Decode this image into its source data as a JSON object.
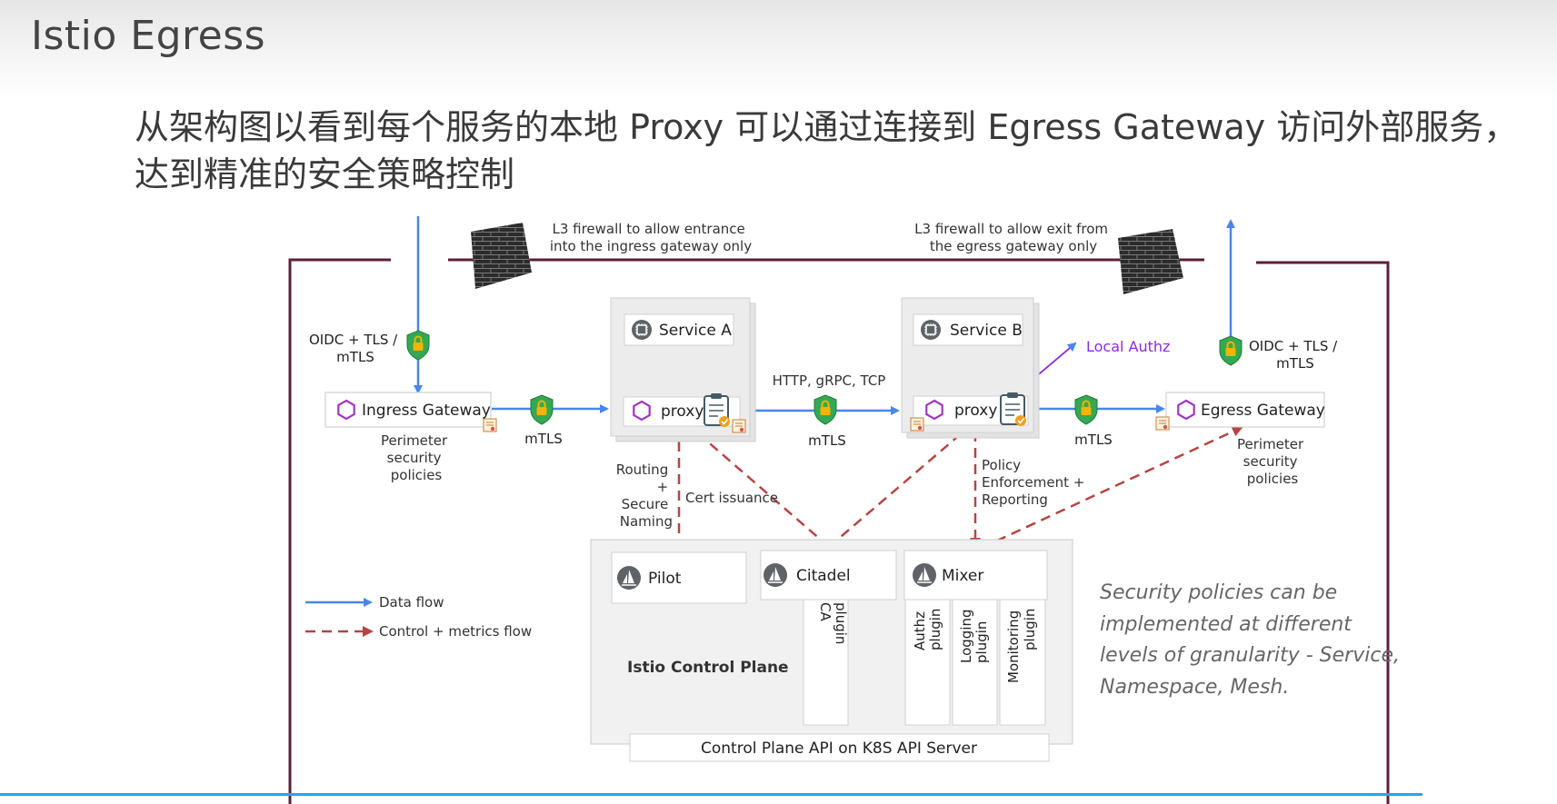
{
  "slide": {
    "title": "Istio Egress",
    "subtitle_lines": [
      "从架构图以看到每个服务的本地 Proxy 可以通过连接到 Egress Gateway 访问外部服务，",
      "达到精准的安全策略控制"
    ]
  },
  "diagram": {
    "firewall_left": [
      "L3 firewall to allow entrance",
      "into the ingress gateway only"
    ],
    "firewall_right": [
      "L3 firewall to allow exit from",
      "the egress gateway only"
    ],
    "ingress": {
      "auth": [
        "OIDC + TLS /",
        "mTLS"
      ],
      "gateway": "Ingress Gateway",
      "policies": [
        "Perimeter",
        "security",
        "policies"
      ]
    },
    "egress": {
      "auth": [
        "OIDC + TLS /",
        "mTLS"
      ],
      "gateway": "Egress Gateway",
      "policies": [
        "Perimeter",
        "security",
        "policies"
      ]
    },
    "service_a": {
      "name": "Service A",
      "proxy": "proxy"
    },
    "service_b": {
      "name": "Service B",
      "proxy": "proxy"
    },
    "mtls_labels": [
      "mTLS",
      "mTLS",
      "mTLS"
    ],
    "protocols": "HTTP, gRPC, TCP",
    "local_authz": "Local Authz",
    "routing": [
      "Routing",
      "+",
      "Secure",
      "Naming"
    ],
    "cert_issuance": "Cert issuance",
    "policy_enforcement": [
      "Policy",
      "Enforcement +",
      "Reporting"
    ],
    "control_plane": {
      "pilot": "Pilot",
      "citadel": "Citadel",
      "mixer": "Mixer",
      "title": "Istio Control Plane",
      "api": "Control Plane API on K8S API Server",
      "plugins": {
        "ca": [
          "CA",
          "plugin"
        ],
        "authz": [
          "Authz",
          "plugin"
        ],
        "logging": [
          "Logging",
          "plugin"
        ],
        "monitoring": [
          "Monitoring",
          "plugin"
        ]
      }
    },
    "legend": {
      "data_flow": "Data flow",
      "control_flow": "Control + metrics flow"
    },
    "note": "Security policies can be implemented at different levels of granularity - Service, Namespace, Mesh."
  },
  "colors": {
    "data_flow": "#4a86e8",
    "control_flow": "#b54545",
    "frame": "#5c1f3a",
    "shield": "#34a853",
    "hexagon": "#a334c2",
    "local_authz": "#8a2be2",
    "accent_line": "#2aa4e6"
  },
  "icons": [
    "brick-wall-icon",
    "shield-lock-icon",
    "hexagon-icon",
    "chip-icon",
    "clipboard-icon",
    "certificate-icon",
    "sail-icon",
    "arrow-icon"
  ]
}
